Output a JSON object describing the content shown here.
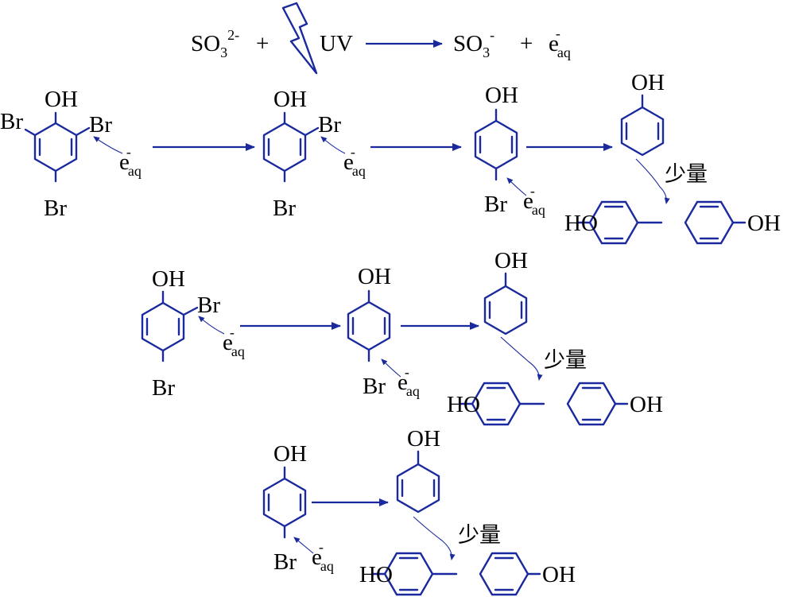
{
  "colors": {
    "bond": "#1a2a9e",
    "text": "#000000",
    "background": "#ffffff"
  },
  "icons": {
    "uv_light": "lightning-bolt-icon"
  },
  "reaction_header": {
    "so3": "SO",
    "so3_sub": "3",
    "dianion_charge": "2-",
    "plus": "+",
    "uv": "UV",
    "radical_charge": "-",
    "electron": "e",
    "electron_charge": "-",
    "electron_sub": "aq"
  },
  "labels": {
    "br": "Br",
    "oh": "OH",
    "ho": "HO",
    "e": "e",
    "e_charge": "-",
    "e_sub": "aq",
    "minor_product": "少量"
  }
}
